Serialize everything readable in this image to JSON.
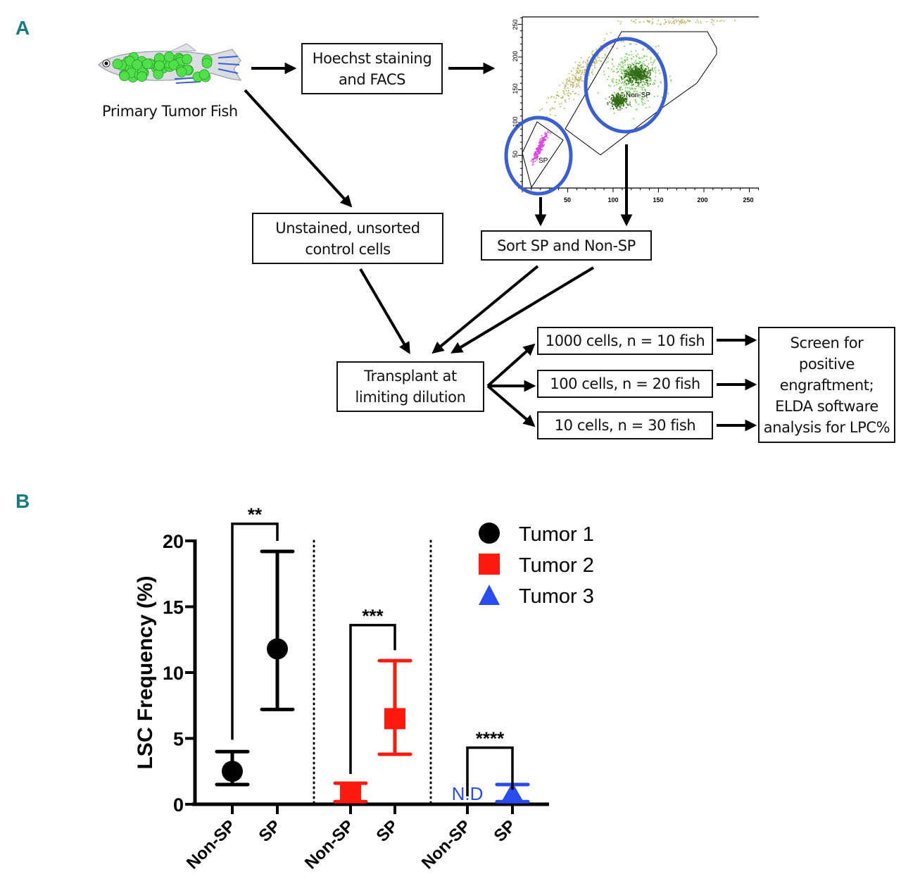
{
  "panel_a": {
    "label": "A",
    "fish_caption": "Primary Tumor Fish",
    "boxes": {
      "hoechst_line1": "Hoechst staining",
      "hoechst_line2": "and FACS",
      "unstained_line1": "Unstained, unsorted",
      "unstained_line2": "control cells",
      "sort": "Sort SP and Non-SP",
      "transplant_line1": "Transplant at",
      "transplant_line2": "limiting dilution",
      "dose1": "1000 cells, n = 10 fish",
      "dose2": "100 cells, n = 20 fish",
      "dose3": "10 cells, n = 30 fish",
      "screen_line1": "Screen for",
      "screen_line2": "positive",
      "screen_line3": "engraftment;",
      "screen_line4": "ELDA software",
      "screen_line5": "analysis for LPC%"
    },
    "facs_plot": {
      "x_ticks": [
        "50",
        "100",
        "150",
        "200",
        "250"
      ],
      "y_ticks": [
        "50",
        "100",
        "150",
        "200",
        "250"
      ],
      "gate_sp": "SP",
      "gate_nonsp": "Non-SP",
      "colors": {
        "sp": "#e040e0",
        "nonsp_dense": "#2f6b12",
        "nonsp_light": "#5fd03a",
        "other": "#b8b050",
        "highlight": "#3a5fd0"
      }
    }
  },
  "panel_b": {
    "label": "B"
  },
  "chart_data": {
    "type": "scatter",
    "title": "",
    "xlabel": "",
    "ylabel": "LSC Frequency (%)",
    "ylim": [
      0,
      20
    ],
    "y_ticks": [
      "0",
      "5",
      "10",
      "15",
      "20"
    ],
    "categories": [
      "Non-SP",
      "SP",
      "Non-SP",
      "SP",
      "Non-SP",
      "SP"
    ],
    "series": [
      {
        "name": "Tumor 1",
        "marker": "circle",
        "color": "#000000",
        "points": [
          {
            "category": "Non-SP",
            "value": 2.5,
            "low": 1.5,
            "high": 4.0
          },
          {
            "category": "SP",
            "value": 11.8,
            "low": 7.2,
            "high": 19.2
          }
        ],
        "significance": "**"
      },
      {
        "name": "Tumor 2",
        "marker": "square",
        "color": "#ff1a10",
        "points": [
          {
            "category": "Non-SP",
            "value": 0.9,
            "low": 0.2,
            "high": 1.6
          },
          {
            "category": "SP",
            "value": 6.5,
            "low": 3.8,
            "high": 10.9
          }
        ],
        "significance": "***"
      },
      {
        "name": "Tumor 3",
        "marker": "triangle",
        "color": "#2a4bf0",
        "points": [
          {
            "category": "Non-SP",
            "value": null,
            "annotation": "N.D"
          },
          {
            "category": "SP",
            "value": 0.8,
            "low": 0.2,
            "high": 1.5
          }
        ],
        "significance": "****"
      }
    ],
    "legend": [
      "Tumor 1",
      "Tumor 2",
      "Tumor 3"
    ],
    "legend_position": "top-right",
    "grid": false
  }
}
